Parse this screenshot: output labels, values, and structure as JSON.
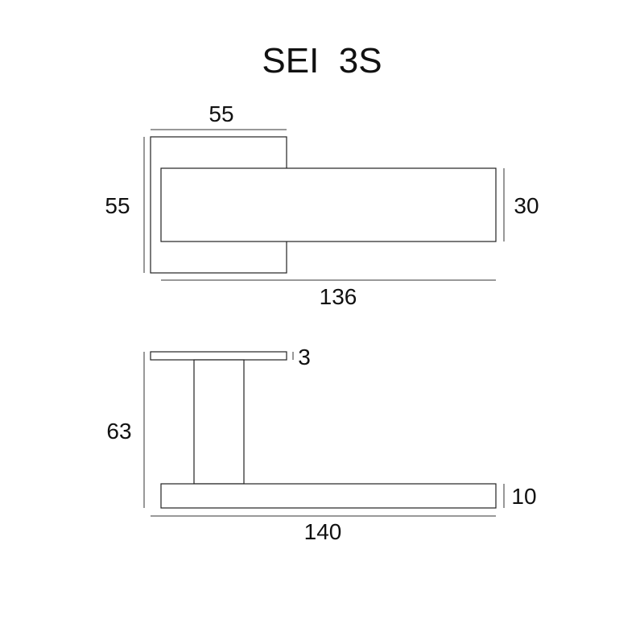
{
  "title": "SEI  3S",
  "top_view": {
    "rosette_width": "55",
    "rosette_height": "55",
    "lever_height": "30",
    "lever_length": "136"
  },
  "side_view": {
    "plate_thickness": "3",
    "total_height": "63",
    "lever_thickness": "10",
    "total_length": "140"
  }
}
